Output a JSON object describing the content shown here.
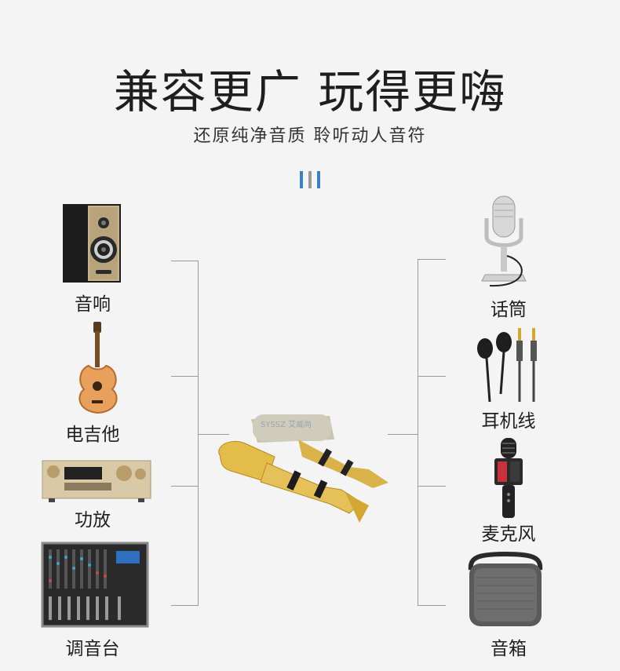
{
  "title": "兼容更广 玩得更嗨",
  "subtitle": "还原纯净音质 聆听动人音符",
  "accent_colors": {
    "bar_blue": "#3b82c4",
    "bar_gray": "#9a9a9a"
  },
  "left_items": [
    {
      "label": "音响",
      "icon": "speaker-icon"
    },
    {
      "label": "电吉他",
      "icon": "guitar-icon"
    },
    {
      "label": "功放",
      "icon": "amplifier-icon"
    },
    {
      "label": "调音台",
      "icon": "mixer-icon"
    }
  ],
  "right_items": [
    {
      "label": "话筒",
      "icon": "microphone-icon"
    },
    {
      "label": "耳机线",
      "icon": "earphones-icon"
    },
    {
      "label": "麦克风",
      "icon": "karaoke-mic-icon"
    },
    {
      "label": "音箱",
      "icon": "portable-speaker-icon"
    }
  ],
  "product": {
    "brand": "SYSSZ",
    "brand_cn": "艾威尚"
  }
}
